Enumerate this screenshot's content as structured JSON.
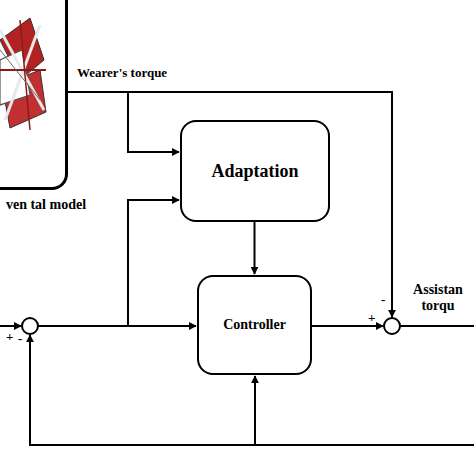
{
  "diagram": {
    "nodes": [
      {
        "text": [
          "ven tal model"
        ]
      },
      {
        "text": [
          "Adaptation"
        ]
      },
      {
        "text": [
          "Controller"
        ]
      }
    ],
    "edges": [
      {
        "from": 0,
        "to": 1,
        "arrow": "to",
        "label": "Wearer's torque"
      },
      {
        "from": 1,
        "to": 2,
        "arrow": "to"
      }
    ],
    "labels": [
      "+",
      "-",
      "+",
      "-",
      "Assistan torqu"
    ]
  }
}
